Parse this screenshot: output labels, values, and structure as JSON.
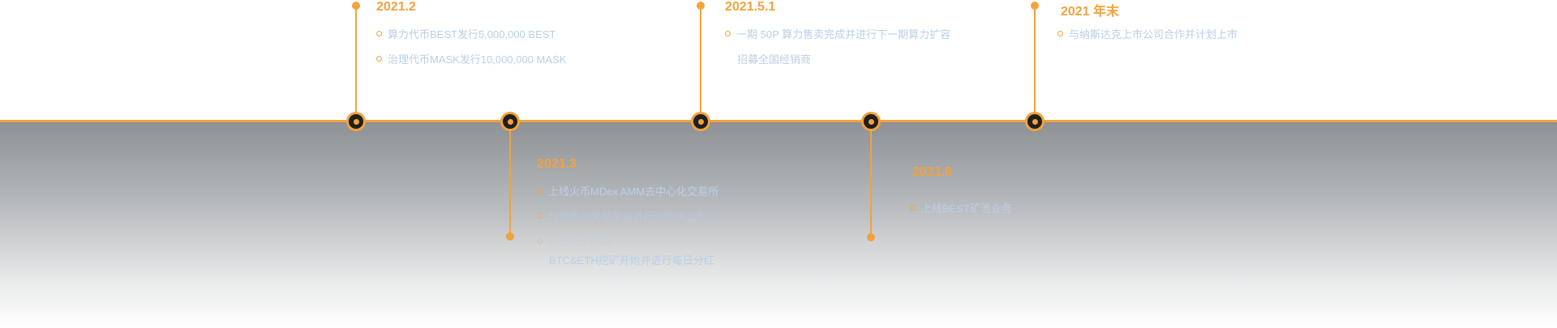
{
  "milestones": [
    {
      "date": "2021.2",
      "items": [
        "算力代币BEST发行5,000,000 BEST",
        "治理代币MASK发行10,000,000 MASK"
      ]
    },
    {
      "date": "2021.3",
      "items": [
        "上线火币MDex AMM去中心化交易所",
        "与优质的交易平台进行合作并上市",
        "开启挖矿功能",
        "BTC&ETH挖矿开始并进行每日分红"
      ]
    },
    {
      "date": "2021.5.1",
      "items": [
        "一期 50P 算力售卖完成并进行下一期算力扩容",
        "招募全国经销商"
      ]
    },
    {
      "date": "2021.6",
      "items": [
        "上线BEST矿池业务"
      ]
    },
    {
      "date": "2021 年末",
      "items": [
        "与纳斯达克上市公司合作并计划上市"
      ]
    }
  ],
  "colors": {
    "accent": "#f3a23c",
    "node": "#1f1f1f",
    "text": "#b9cfe6"
  }
}
